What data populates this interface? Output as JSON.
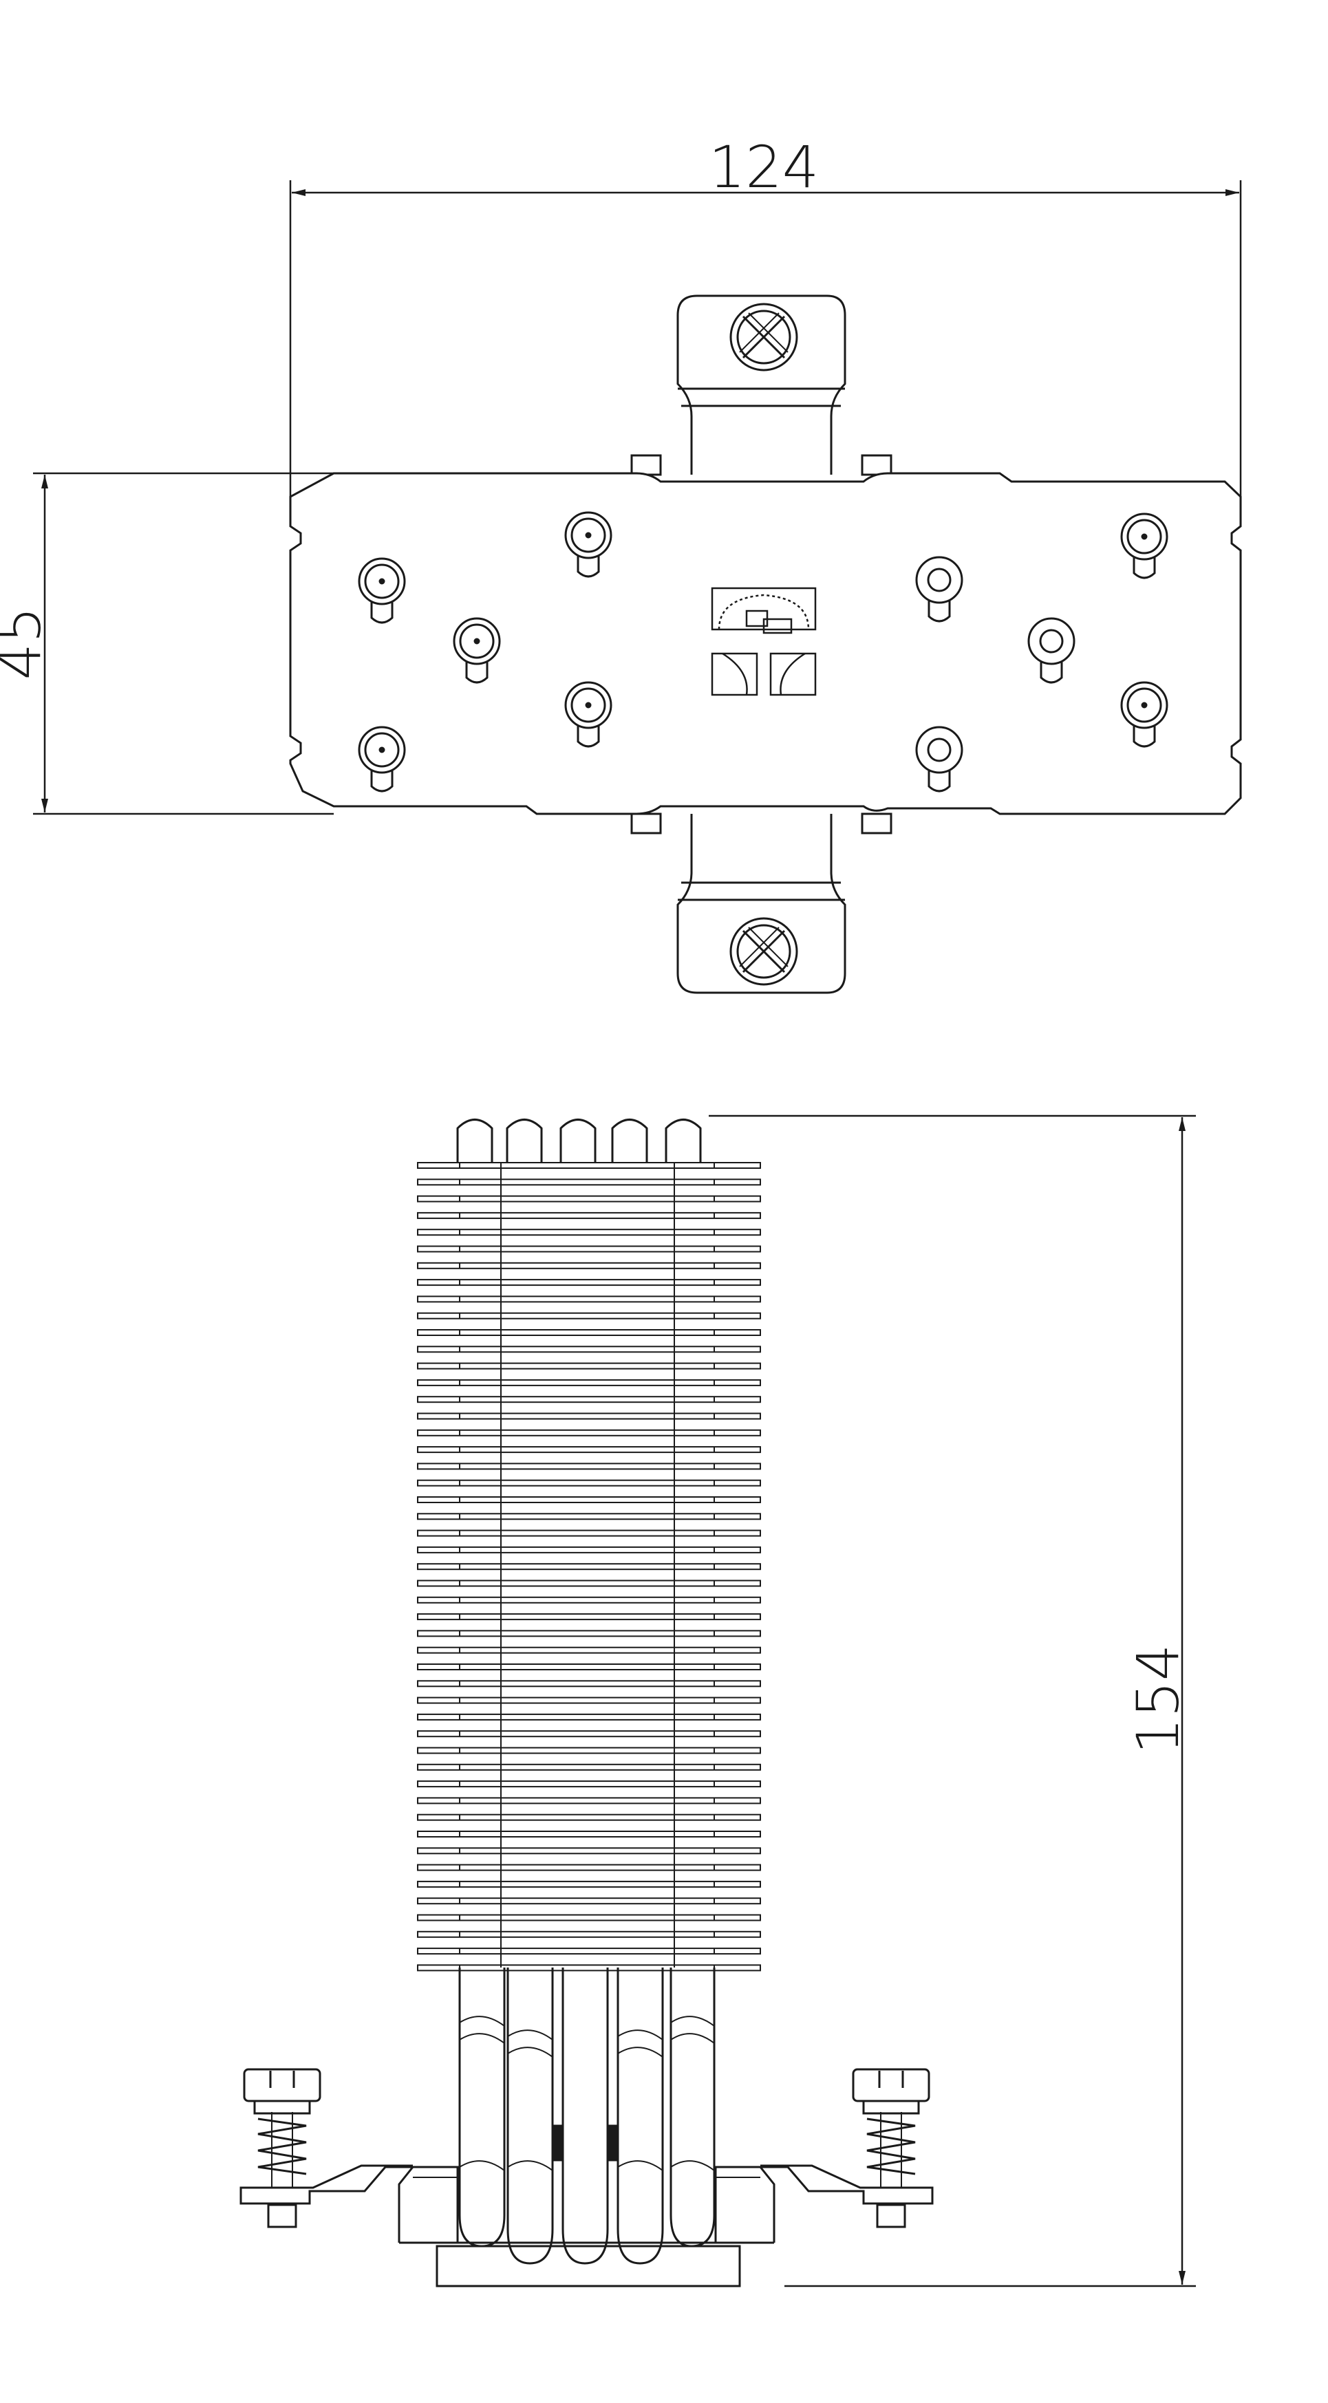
{
  "dimensions": {
    "width": "124",
    "depth": "45",
    "height": "154"
  },
  "colors": {
    "line": "#1a1a1a",
    "background": "#ffffff"
  },
  "icons": {
    "screw": "cross-screw-icon",
    "stud": "mounting-stud-icon"
  }
}
